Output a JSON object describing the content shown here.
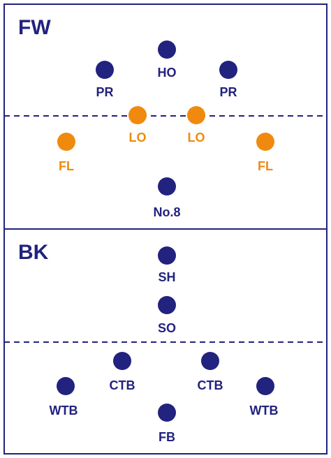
{
  "colors": {
    "navy": "#22227f",
    "orange": "#f08a0e",
    "border": "#22227f"
  },
  "forwards": {
    "title": "FW",
    "players": [
      {
        "id": "ho",
        "label": "HO",
        "color": "navy"
      },
      {
        "id": "pr-left",
        "label": "PR",
        "color": "navy"
      },
      {
        "id": "pr-right",
        "label": "PR",
        "color": "navy"
      },
      {
        "id": "lo-left",
        "label": "LO",
        "color": "orange"
      },
      {
        "id": "lo-right",
        "label": "LO",
        "color": "orange"
      },
      {
        "id": "fl-left",
        "label": "FL",
        "color": "orange"
      },
      {
        "id": "fl-right",
        "label": "FL",
        "color": "orange"
      },
      {
        "id": "no8",
        "label": "No.8",
        "color": "navy"
      }
    ]
  },
  "backs": {
    "title": "BK",
    "players": [
      {
        "id": "sh",
        "label": "SH",
        "color": "navy"
      },
      {
        "id": "so",
        "label": "SO",
        "color": "navy"
      },
      {
        "id": "ctb-left",
        "label": "CTB",
        "color": "navy"
      },
      {
        "id": "ctb-right",
        "label": "CTB",
        "color": "navy"
      },
      {
        "id": "wtb-left",
        "label": "WTB",
        "color": "navy"
      },
      {
        "id": "wtb-right",
        "label": "WTB",
        "color": "navy"
      },
      {
        "id": "fb",
        "label": "FB",
        "color": "navy"
      }
    ]
  }
}
